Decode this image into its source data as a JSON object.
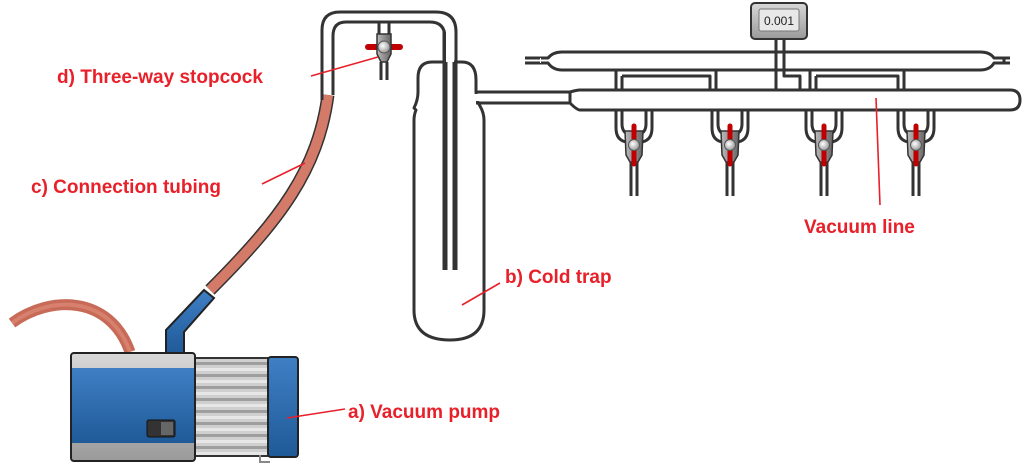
{
  "title": "Schlenk line vacuum setup",
  "labels": {
    "a": "a) Vacuum pump",
    "b": "b) Cold trap",
    "c": "c) Connection tubing",
    "d": "d) Three-way stopcock",
    "e": "Vacuum line"
  },
  "gauge": {
    "reading": "0.001"
  },
  "stopcock_count": 4,
  "colors": {
    "label": "#e8202a",
    "glass_outline": "#333333",
    "tubing": "#d47a68",
    "pump_blue": "#2a6db0",
    "stopcock_handle": "#c00000"
  }
}
